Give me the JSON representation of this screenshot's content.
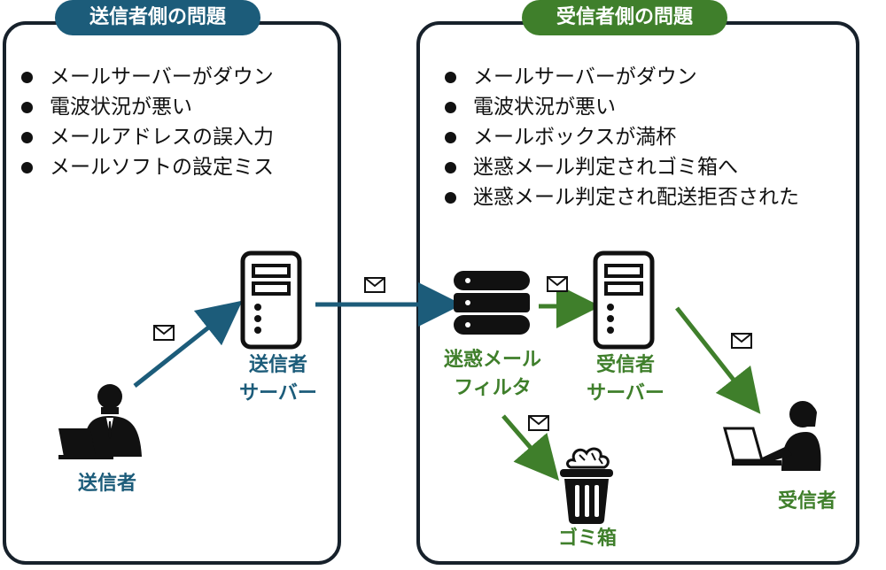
{
  "sender_panel": {
    "title": "送信者側の問題",
    "items": [
      "メールサーバーがダウン",
      "電波状況が悪い",
      "メールアドレスの誤入力",
      "メールソフトの設定ミス"
    ]
  },
  "receiver_panel": {
    "title": "受信者側の問題",
    "items": [
      "メールサーバーがダウン",
      "電波状況が悪い",
      "メールボックスが満杯",
      "迷惑メール判定されゴミ箱へ",
      "迷惑メール判定され配送拒否された"
    ]
  },
  "nodes": {
    "sender": "送信者",
    "sender_server_line1": "送信者",
    "sender_server_line2": "サーバー",
    "spam_filter_line1": "迷惑メール",
    "spam_filter_line2": "フィルタ",
    "receiver_server_line1": "受信者",
    "receiver_server_line2": "サーバー",
    "trash": "ゴミ箱",
    "receiver": "受信者"
  },
  "icons": {
    "mail": "mail-icon",
    "server": "server-icon",
    "database": "database-icon",
    "trash": "trash-icon",
    "person_laptop": "person-laptop-icon"
  },
  "colors": {
    "sender_accent": "#1c5c7a",
    "receiver_accent": "#3f7f2b",
    "border": "#17212b"
  }
}
